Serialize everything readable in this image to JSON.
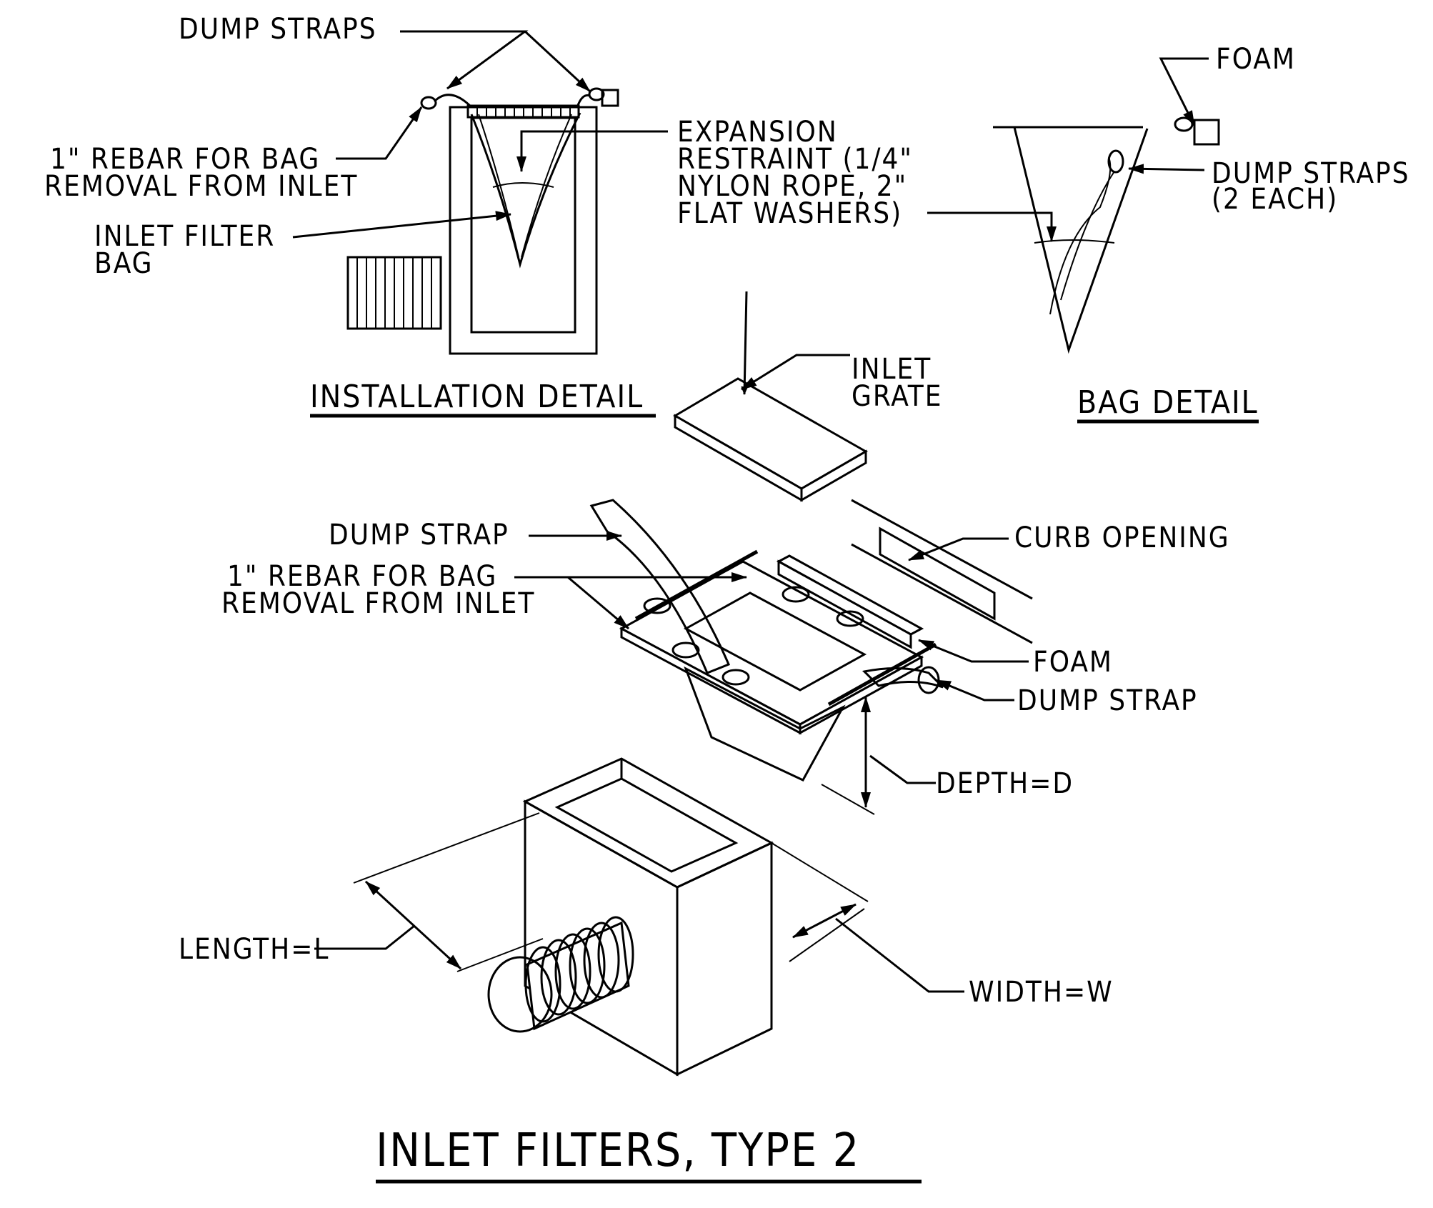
{
  "title": "INLET FILTERS, TYPE 2",
  "installation_detail": {
    "heading": "INSTALLATION DETAIL",
    "dump_straps": "DUMP STRAPS",
    "rebar_line1": "1\" REBAR FOR BAG",
    "rebar_line2": "REMOVAL FROM INLET",
    "filter_bag_line1": "INLET FILTER",
    "filter_bag_line2": "BAG",
    "expansion_line1": "EXPANSION",
    "expansion_line2": "RESTRAINT (1/4\"",
    "expansion_line3": "NYLON ROPE, 2\"",
    "expansion_line4": "FLAT WASHERS)"
  },
  "bag_detail": {
    "heading": "BAG DETAIL",
    "foam": "FOAM",
    "dump_straps_line1": "DUMP STRAPS",
    "dump_straps_line2": "(2 EACH)"
  },
  "exploded_view": {
    "inlet_grate_line1": "INLET",
    "inlet_grate_line2": "GRATE",
    "dump_strap_top": "DUMP STRAP",
    "rebar_line1": "1\" REBAR FOR BAG",
    "rebar_line2": "REMOVAL FROM INLET",
    "curb_opening": "CURB OPENING",
    "foam": "FOAM",
    "dump_strap_right": "DUMP STRAP",
    "depth": "DEPTH=D",
    "length": "LENGTH=L",
    "width": "WIDTH=W"
  }
}
